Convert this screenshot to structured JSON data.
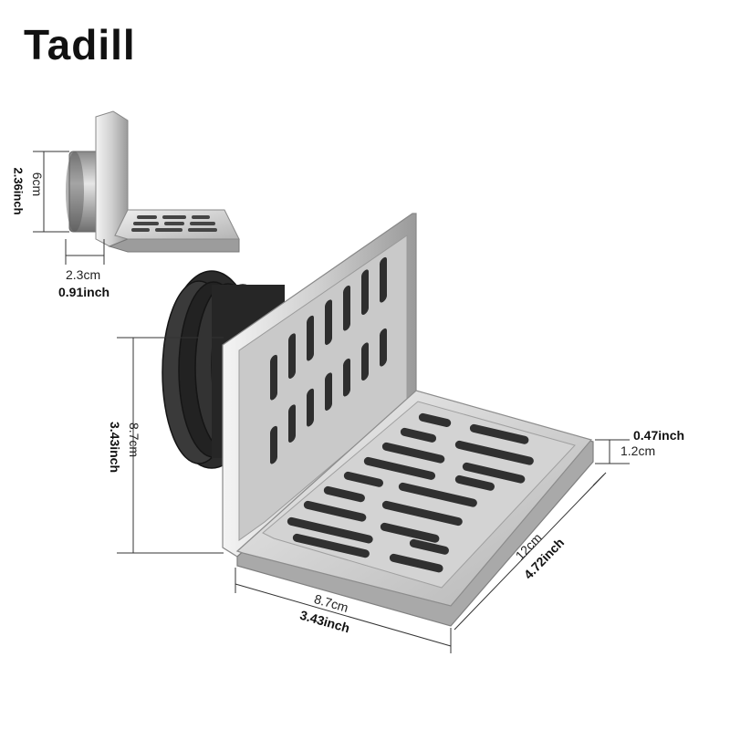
{
  "brand": "Tadill",
  "dimensions": {
    "small_height_cm": "6cm",
    "small_height_inch": "2.36inch",
    "small_depth_cm": "2.3cm",
    "small_depth_inch": "0.91inch",
    "height_cm": "8.7cm",
    "height_inch": "3.43inch",
    "width_cm": "8.7cm",
    "width_inch": "3.43inch",
    "depth_cm": "12cm",
    "depth_inch": "4.72inch",
    "thickness_inch": "0.47inch",
    "thickness_cm": "1.2cm"
  },
  "colors": {
    "steel_light": "#e8e8e8",
    "steel_mid": "#b9b9b9",
    "steel_dark": "#7d7d7d",
    "rubber": "#2b2b2b",
    "slot": "#303030"
  }
}
